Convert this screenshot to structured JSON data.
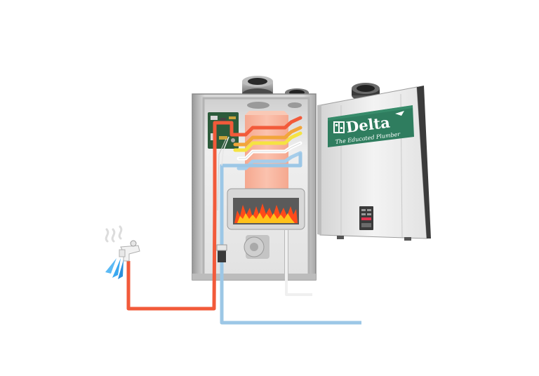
{
  "brand": {
    "logo_mark": "Delta-logo-mark",
    "name": "Delta",
    "tagline": "The Educated Plumber",
    "panel_color": "#2e7d5e"
  },
  "colors": {
    "hot_water": "#f25a3a",
    "cold_water": "#9cc7e6",
    "heat_exchanger": "#f8b4a0",
    "gas_line": "#e8e8e8",
    "coil_yellow": "#f5e342",
    "coil_white": "#ffffff",
    "flame_orange": "#ff4a1a",
    "flame_yellow": "#ffc21a",
    "cabinet": "#d9d9d9",
    "cabinet_interior": "#eeeeee",
    "display_accent": "#e0324f"
  },
  "icons": [
    "water-heater-cabinet-icon",
    "open-front-cover-icon",
    "heat-exchanger-icon",
    "burner-flame-icon",
    "blower-fan-icon",
    "control-board-icon",
    "exhaust-vent-icon",
    "faucet-icon",
    "steam-icon",
    "water-stream-icon",
    "control-display-icon"
  ]
}
